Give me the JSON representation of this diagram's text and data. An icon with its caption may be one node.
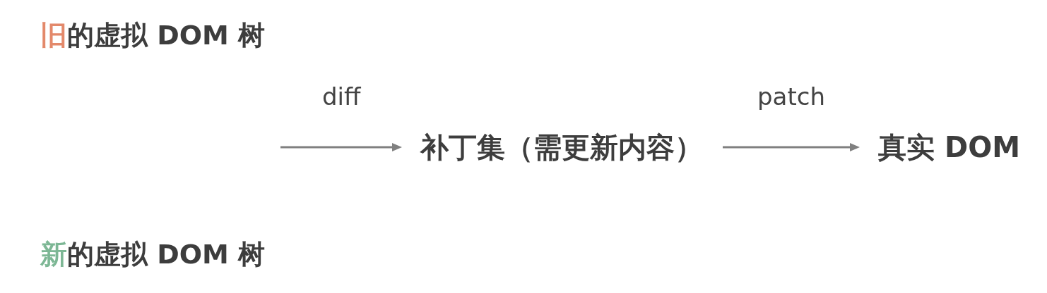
{
  "diagram": {
    "nodes": [
      {
        "text": [
          "补丁集（需更新内容）"
        ]
      },
      {
        "text": [
          "真实 DOM"
        ]
      }
    ],
    "edges": [
      {
        "from": null,
        "to": 0,
        "arrow": "to",
        "label": "diff"
      },
      {
        "from": 0,
        "to": 1,
        "arrow": "to",
        "label": "patch"
      }
    ],
    "labels": [
      "旧的虚拟 DOM 树",
      "新的虚拟 DOM 树"
    ]
  }
}
